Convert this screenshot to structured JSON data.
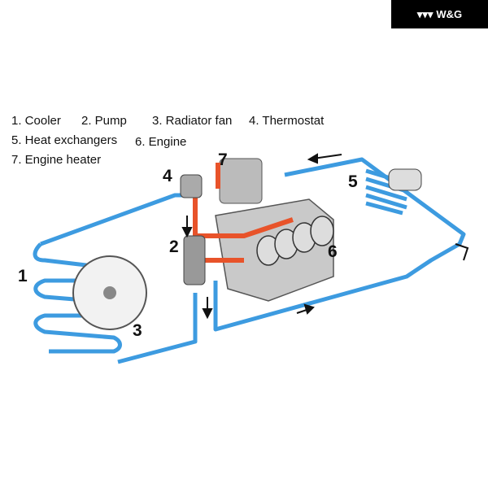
{
  "logo": {
    "mark": "▾▾▾",
    "text": "W&G"
  },
  "legend": {
    "cooler": "1. Cooler",
    "pump": "2. Pump",
    "radiator_fan": "3. Radiator fan",
    "thermostat": "4. Thermostat",
    "heat_exchangers": "5. Heat exchangers",
    "engine": "6. Engine",
    "engine_heater": "7. Engine heater"
  },
  "callouts": {
    "n1": "1",
    "n2": "2",
    "n3": "3",
    "n4": "4",
    "n5": "5",
    "n6": "6",
    "n7": "7"
  },
  "colors": {
    "cold_pipe": "#3d9be0",
    "hot_pipe": "#e8532a",
    "engine": "#c9c9c9"
  }
}
